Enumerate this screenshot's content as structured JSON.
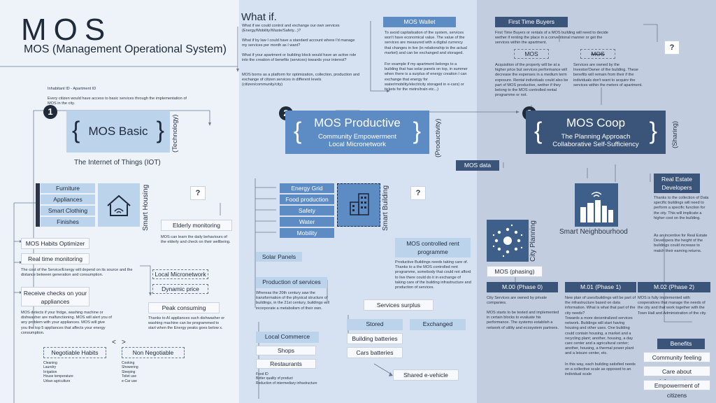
{
  "header": {
    "title": "MOS",
    "subtitle": "MOS (Management Operational System)"
  },
  "basic": {
    "inhabitant_id": "Inhabitant ID - Apartment ID",
    "intro": "Every citizen would have access to basic services through the implementation of MOS in the city.",
    "number": "1",
    "title": "MOS Basic",
    "vertical_label": "(Technology)",
    "iot": "The Internet of Things (IOT)",
    "smart_housing": "Smart Housing",
    "items": [
      "Furniture",
      "Appliances",
      "Smart Clothing",
      "Finishes"
    ],
    "question": "?",
    "elderly": {
      "label": "Elderly monitoring",
      "text": "MOS can learn the daily behaviours of the elderly and check on their wellbeing."
    },
    "habits_optimizer": "MOS Habits Optimizer",
    "real_time": {
      "label": "Real time monitoring",
      "text": "The cost of the Service/Energy will depend on its source and the distance between generation and consumption."
    },
    "local_micronetwork": "Local Micronetwork",
    "dynamic_price": "Dynamic price",
    "checks": {
      "label": "Receive checks on your appliances",
      "text": "MOS detects if your fridge, washing machine or dishwasher are malfunctioning. MOS will alert you of any problem with your appliances. MOS will give you the top 5 appliances that affects your energy consumption."
    },
    "peak": {
      "label": "Peak consuming",
      "text": "Thanks to AI appliances such dishwasher or washing machine can be programmed to start when the Energy peaks goes below x."
    },
    "negotiable": {
      "label": "Negotiable Habits",
      "items": [
        "Cleaning",
        "Laundry",
        "Irrigation",
        "House temperature",
        "Urban agriculture"
      ]
    },
    "non_negotiable": {
      "label": "Non Negotiable",
      "items": [
        "Cooking",
        "Showering",
        "Sleeping",
        "Toilet use",
        "e-Car use"
      ]
    },
    "chevron_left": "<",
    "chevron_right": ">"
  },
  "whatif": {
    "title": "What if.",
    "paragraphs": [
      "What if we could control and exchange our own services (Energy/Mobility/Waste/Safety...)?",
      "What if by law I could have a standard account where I'd manage my services per month as I want?",
      "What if your apartment or building block would have an active role into the creation of benefits (services) towards your interest?",
      "MOS borns as a platform for optimization, collection, production and exchange of citizen services in different levels (citizen/community/city)"
    ]
  },
  "wallet": {
    "label": "MOS Wallet",
    "text1": "To avoid capitalisation of the system, services won't have economical value. The value of the services are measured with a digital currency that changes in live (in relationship to the actual market) and can be exchanged and storaged.",
    "text2": "For example if my apartment belongs to a building that has solar panels on top, in summer when there is a surplus of energy creation I can exchange that energy for water/mobility/electricity storaged in e-cars) or tickets for the metro/train etc...)"
  },
  "productive": {
    "number": "2",
    "title": "MOS Productive",
    "line1": "Community Empowerment",
    "line2": "Local Micronetwork",
    "vertical_label": "(Productivity)",
    "smart_building": "Smart Building",
    "items": [
      "Energy Grid",
      "Food production",
      "Safety",
      "Water",
      "Mobility"
    ],
    "question": "?",
    "solar": "Solar Panels",
    "rent": {
      "label": "MOS controlled rent programme",
      "text": "Productive Buildings needs taking care of. Thanks to a the MOS controlled rent programme, somebody that could not afford to live there could do it in exchange of taking care of the building infrastructure and production of services."
    },
    "production": {
      "label": "Production of services",
      "text": "Whereas the 20th century saw the transformation of the physical structure of buildings, in the 21st century, buildings will incorporate a metabolism of their own."
    },
    "surplus": "Services surplus",
    "stored": "Stored",
    "exchanged": "Exchanged",
    "batteries": "Building batteries",
    "cars_batteries": "Cars batteries",
    "local_commerce": "Local Commerce",
    "shops": "Shops",
    "restaurants": "Restaurants",
    "commerce_items": [
      "Food ID",
      "Better quality of product",
      "Reduction of intermediary infrastructure"
    ],
    "shared_vehicle": "Shared e-vehicle"
  },
  "coop": {
    "number": "3",
    "title": "MOS Coop",
    "line1": "The Planning Approach",
    "line2": "Collaborative Self-Sufficiency",
    "vertical_label": "(Sharing)",
    "first_time": {
      "label": "First Time Buyers",
      "text": "First Time Buyers or rentals of a MOS building will need to decide wether if renting the place in a conventional manner or get the services within the apartment."
    },
    "question": "?",
    "mos_label": "MOS",
    "no_mos_label": "MOS",
    "mos_text": "Acquisition of the property will be at a higher price but services performance will decrease the expenses in a medium term exposure. Rental individuals could also be part of MOS productive, wether if they belong to the MOS controlled rental programme or not.",
    "no_mos_text": "Services are owned by the Investor/Owner of the building. These benefits will remain from their if the individuals don't want to acquire the services within the meters of apartment.",
    "mos_data": "MOS data",
    "developers": {
      "label": "Real Estate Developers",
      "text1": "Thanks to the collection of Data specific buildings will need to perform a specific function for the city. This will implicate a higher cost on the building.",
      "text2": "As an incentive for Real Estate Developers the height of the buildings could increase to match their earning returns."
    },
    "smart_neighbourhood": "Smart Neighbourhood",
    "city_planning": "City Planning",
    "phasing": "MOS (phasing)",
    "phases": [
      {
        "label": "M.00 (Phase 0)",
        "text1": "City Services are owned by private companies.",
        "text2": "MOS starts to be tested and implemented in certain blocks to evaluate his performance. The systems establish a network of utility and ecosystem partners."
      },
      {
        "label": "M.01 (Phase 1)",
        "text1": "New plan of uses/buildings will be part of the infrastructure based on data information. What is what that part of the city needs?",
        "text2": "Towards a more decentralized services network. Buildings will start having housing and other uses. One building could contain housing, a market and a recycling plant; another, housing, a day care center and a agricultural center; another, housing, a thermal power plant and a leisure center, etc.",
        "text3": "In this way, each building satisfied needs on a collective scale as opposed to an individual scale"
      },
      {
        "label": "M.02 (Phase 2)",
        "text1": "MOS is fully implemented with cooperatives that manage the needs of the city and that work together with the Town Hall and Administration of the city."
      }
    ],
    "benefits": {
      "label": "Benefits",
      "items": [
        "Community feeling",
        "Care about infrastructure",
        "Empowerment of citizens"
      ]
    }
  },
  "colors": {
    "light": "#bcd3ec",
    "mid": "#5d8cc4",
    "dark": "#3f5f8b"
  }
}
